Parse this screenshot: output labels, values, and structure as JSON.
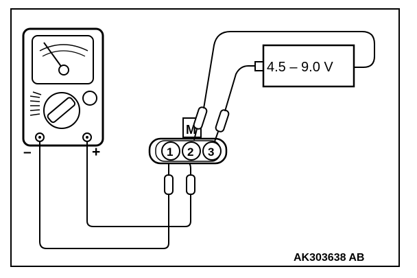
{
  "voltage_source": {
    "label": "4.5 – 9.0 V"
  },
  "multimeter": {
    "negative_terminal": "–",
    "positive_terminal": "+"
  },
  "connector": {
    "pins": [
      "1",
      "2",
      "3"
    ],
    "tab_label": "M"
  },
  "reference_code": "AK303638 AB"
}
